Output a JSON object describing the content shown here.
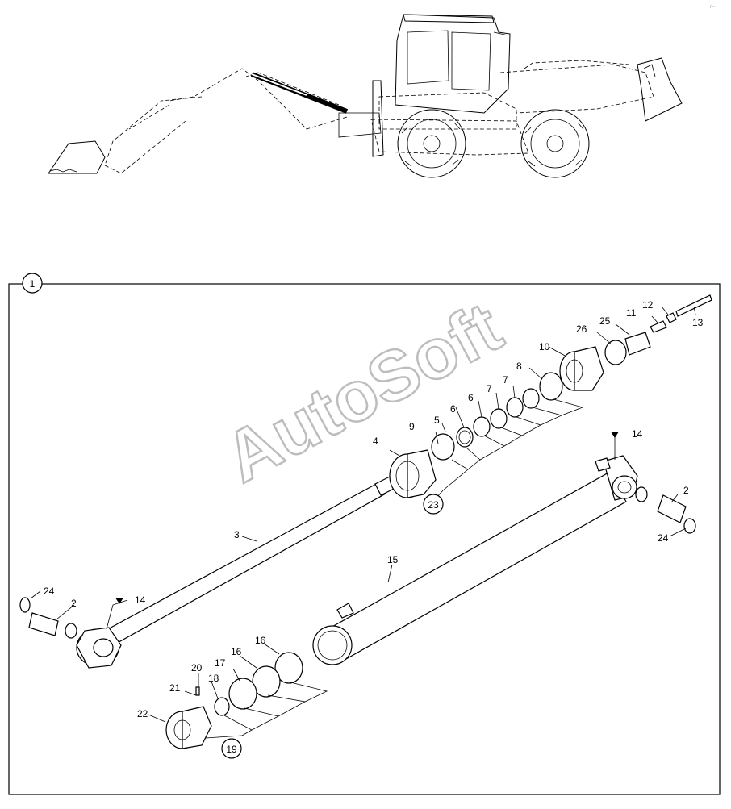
{
  "diagram": {
    "watermark": "AutoSoft",
    "callout_main": "1",
    "labels": {
      "l2a": "2",
      "l2b": "2",
      "l3": "3",
      "l4": "4",
      "l5": "5",
      "l6a": "6",
      "l6b": "6",
      "l7a": "7",
      "l7b": "7",
      "l8": "8",
      "l9": "9",
      "l10": "10",
      "l11": "11",
      "l12": "12",
      "l13": "13",
      "l14a": "14",
      "l14b": "14",
      "l15": "15",
      "l16a": "16",
      "l16b": "16",
      "l17": "17",
      "l18": "18",
      "l19": "19",
      "l20": "20",
      "l21": "21",
      "l22": "22",
      "l23": "23",
      "l24a": "24",
      "l24b": "24",
      "l25": "25",
      "l26": "26"
    }
  }
}
